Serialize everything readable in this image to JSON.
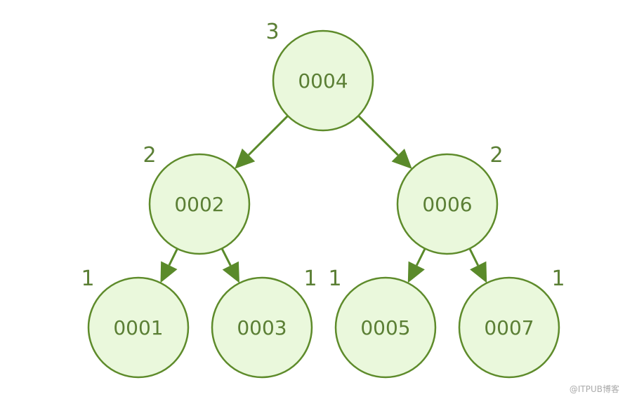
{
  "colors": {
    "node_fill": "#eaf8dc",
    "node_stroke": "#5e8b2b",
    "text": "#5b7f35",
    "edge": "#5a8a2a",
    "watermark": "#aaaaaa"
  },
  "nodes": [
    {
      "id": "n4",
      "label": "0004",
      "height": "3"
    },
    {
      "id": "n2",
      "label": "0002",
      "height": "2"
    },
    {
      "id": "n6",
      "label": "0006",
      "height": "2"
    },
    {
      "id": "n1",
      "label": "0001",
      "height": "1"
    },
    {
      "id": "n3",
      "label": "0003",
      "height": "1"
    },
    {
      "id": "n5",
      "label": "0005",
      "height": "1"
    },
    {
      "id": "n7",
      "label": "0007",
      "height": "1"
    }
  ],
  "edges": [
    {
      "from": "n4",
      "to": "n2"
    },
    {
      "from": "n4",
      "to": "n6"
    },
    {
      "from": "n2",
      "to": "n1"
    },
    {
      "from": "n2",
      "to": "n3"
    },
    {
      "from": "n6",
      "to": "n5"
    },
    {
      "from": "n6",
      "to": "n7"
    }
  ],
  "watermark": "@ITPUB博客"
}
